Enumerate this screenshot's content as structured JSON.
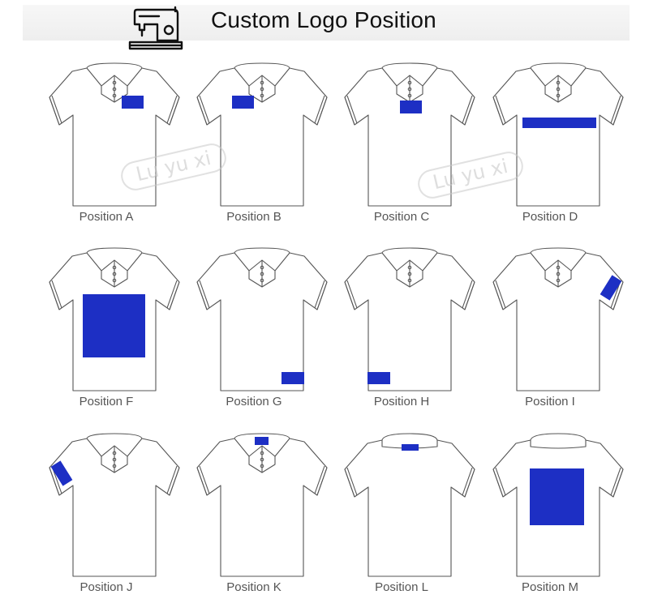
{
  "header": {
    "title": "Custom Logo Position",
    "icon": "sewing-machine-icon"
  },
  "watermark_text": "Lu yu xi",
  "accent_color": "#1d2fc4",
  "positions": [
    {
      "label": "Position A",
      "view": "front",
      "logo": "left-chest"
    },
    {
      "label": "Position B",
      "view": "front",
      "logo": "right-chest"
    },
    {
      "label": "Position C",
      "view": "front",
      "logo": "center-chest"
    },
    {
      "label": "Position D",
      "view": "front",
      "logo": "chest-wide-band"
    },
    {
      "label": "Position F",
      "view": "front",
      "logo": "front-large-center"
    },
    {
      "label": "Position G",
      "view": "front",
      "logo": "bottom-left-hem"
    },
    {
      "label": "Position H",
      "view": "front",
      "logo": "bottom-right-hem"
    },
    {
      "label": "Position I",
      "view": "front",
      "logo": "left-sleeve"
    },
    {
      "label": "Position J",
      "view": "front",
      "logo": "right-sleeve"
    },
    {
      "label": "Position K",
      "view": "front",
      "logo": "collar-front"
    },
    {
      "label": "Position L",
      "view": "back",
      "logo": "back-neck"
    },
    {
      "label": "Position M",
      "view": "back",
      "logo": "back-large-center"
    }
  ]
}
